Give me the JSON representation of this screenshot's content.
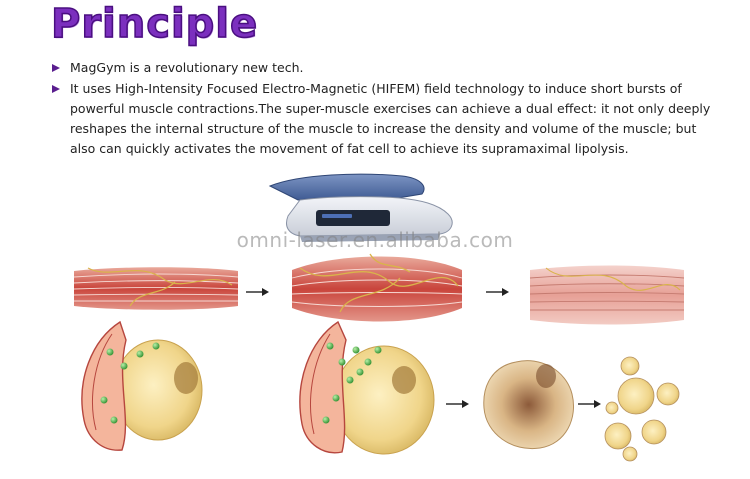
{
  "title": "Principle",
  "bullets": [
    "MagGym is a revolutionary new tech.",
    "It uses High-Intensity Focused Electro-Magnetic (HIFEM) field technology to induce short bursts of powerful muscle contractions.The super-muscle exercises can achieve a dual effect: it not only deeply reshapes the internal structure of the muscle to increase the density and volume of the muscle; but also can quickly activates the movement of fat cell to achieve its supramaximal lipolysis."
  ],
  "watermark": "omni-laser.en.alibaba.com",
  "colors": {
    "title": "#7b2fbe",
    "muscle": "#c9443b",
    "nerve": "#d9b44a",
    "fat_cell": "#f0d58a",
    "signal_dot": "#3aa53a"
  },
  "icons": [
    "bullet-arrow-icon",
    "arrow-right-icon"
  ]
}
